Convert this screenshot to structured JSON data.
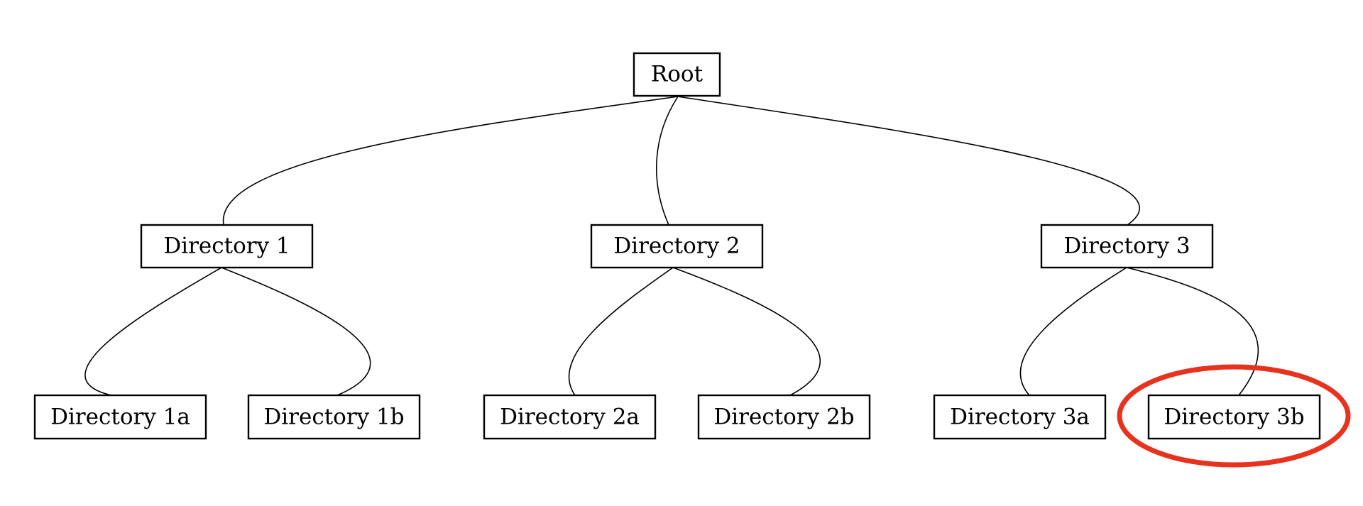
{
  "diagram": {
    "type": "directory-tree",
    "colors": {
      "node_border": "#000000",
      "edge": "#000000",
      "highlight": "#e8321e"
    },
    "nodes": [
      {
        "id": "root",
        "label": "Root"
      },
      {
        "id": "dir1",
        "label": "Directory 1"
      },
      {
        "id": "dir2",
        "label": "Directory 2"
      },
      {
        "id": "dir3",
        "label": "Directory 3"
      },
      {
        "id": "dir1a",
        "label": "Directory 1a"
      },
      {
        "id": "dir1b",
        "label": "Directory 1b"
      },
      {
        "id": "dir2a",
        "label": "Directory 2a"
      },
      {
        "id": "dir2b",
        "label": "Directory 2b"
      },
      {
        "id": "dir3a",
        "label": "Directory 3a"
      },
      {
        "id": "dir3b",
        "label": "Directory 3b"
      }
    ],
    "edges": [
      {
        "from": "root",
        "to": "dir1"
      },
      {
        "from": "root",
        "to": "dir2"
      },
      {
        "from": "root",
        "to": "dir3"
      },
      {
        "from": "dir1",
        "to": "dir1a"
      },
      {
        "from": "dir1",
        "to": "dir1b"
      },
      {
        "from": "dir2",
        "to": "dir2a"
      },
      {
        "from": "dir2",
        "to": "dir2b"
      },
      {
        "from": "dir3",
        "to": "dir3a"
      },
      {
        "from": "dir3",
        "to": "dir3b"
      }
    ],
    "highlighted_node": "dir3b"
  }
}
